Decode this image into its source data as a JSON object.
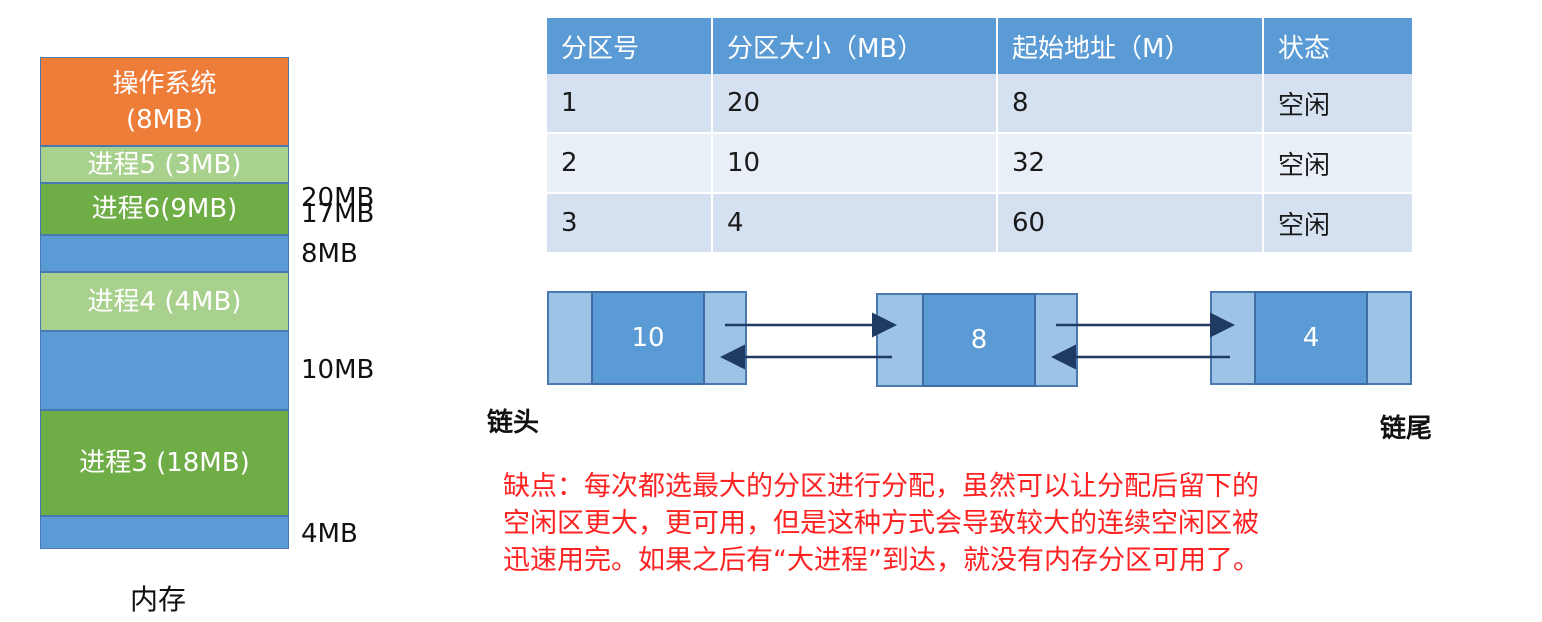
{
  "memory": {
    "caption": "内存",
    "blocks": [
      {
        "line1": "操作系统",
        "line2": "(8MB)"
      },
      {
        "label": "进程5 (3MB)"
      },
      {
        "label": "进程6(9MB)"
      },
      {
        "label": ""
      },
      {
        "label": "进程4 (4MB)"
      },
      {
        "label": ""
      },
      {
        "label": "进程3 (18MB)"
      },
      {
        "label": ""
      }
    ],
    "size_labels": [
      "20MB",
      "17MB",
      "8MB",
      "10MB",
      "4MB"
    ]
  },
  "table": {
    "headers": [
      "分区号",
      "分区大小（MB）",
      "起始地址（M）",
      "状态"
    ],
    "rows": [
      [
        "1",
        "20",
        "8",
        "空闲"
      ],
      [
        "2",
        "10",
        "32",
        "空闲"
      ],
      [
        "3",
        "4",
        "60",
        "空闲"
      ]
    ]
  },
  "linked_list": {
    "nodes": [
      "10",
      "8",
      "4"
    ],
    "head_label": "链头",
    "tail_label": "链尾"
  },
  "note": {
    "lines": [
      "缺点：每次都选最大的分区进行分配，虽然可以让分配后留下的",
      "空闲区更大，更可用，但是这种方式会导致较大的连续空闲区被",
      "迅速用完。如果之后有“大进程”到达，就没有内存分区可用了。"
    ]
  },
  "colors": {
    "os": "#ee7d3a",
    "process_light": "#a9d18e",
    "process_dark": "#6fad47",
    "free": "#5b9bd5",
    "table_header": "#5b9bd5",
    "note_text": "#ff2222"
  }
}
